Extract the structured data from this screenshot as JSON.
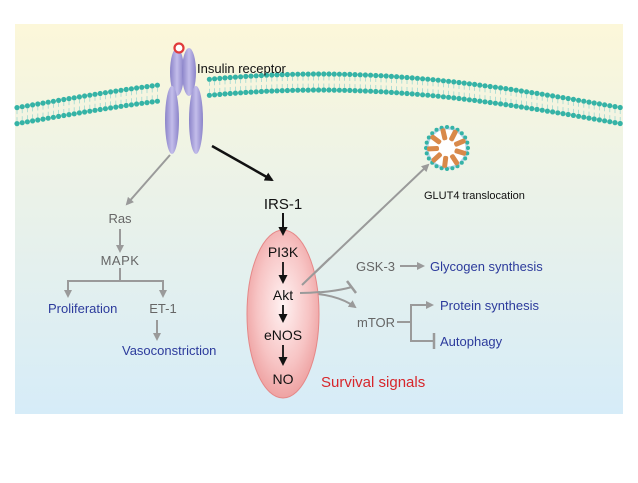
{
  "labels": {
    "insulin_receptor": "Insulin receptor",
    "irs1": "IRS-1",
    "pi3k": "PI3K",
    "akt": "Akt",
    "enos": "eNOS",
    "no": "NO",
    "survival": "Survival signals",
    "ras": "Ras",
    "mapk": "MAPK",
    "proliferation": "Proliferation",
    "et1": "ET-1",
    "vasoconstriction": "Vasoconstriction",
    "glut4": "GLUT4 translocation",
    "gsk3": "GSK-3",
    "glycogen": "Glycogen synthesis",
    "mtor": "mTOR",
    "protein": "Protein synthesis",
    "autophagy": "Autophagy"
  },
  "colors": {
    "background_top": "#fbf6d8",
    "background_bottom": "#dbeef9",
    "membrane_bead": "#35b3a6",
    "receptor": "#a7a1d8",
    "receptor_ring": "#e03a3a",
    "oval_fill": "#f7b8b8",
    "blue_text": "#2c3b9c",
    "gray_text": "#666666",
    "red_text": "#d7262b",
    "arrow_gray": "#9a9a9a",
    "arrow_black": "#111111"
  }
}
